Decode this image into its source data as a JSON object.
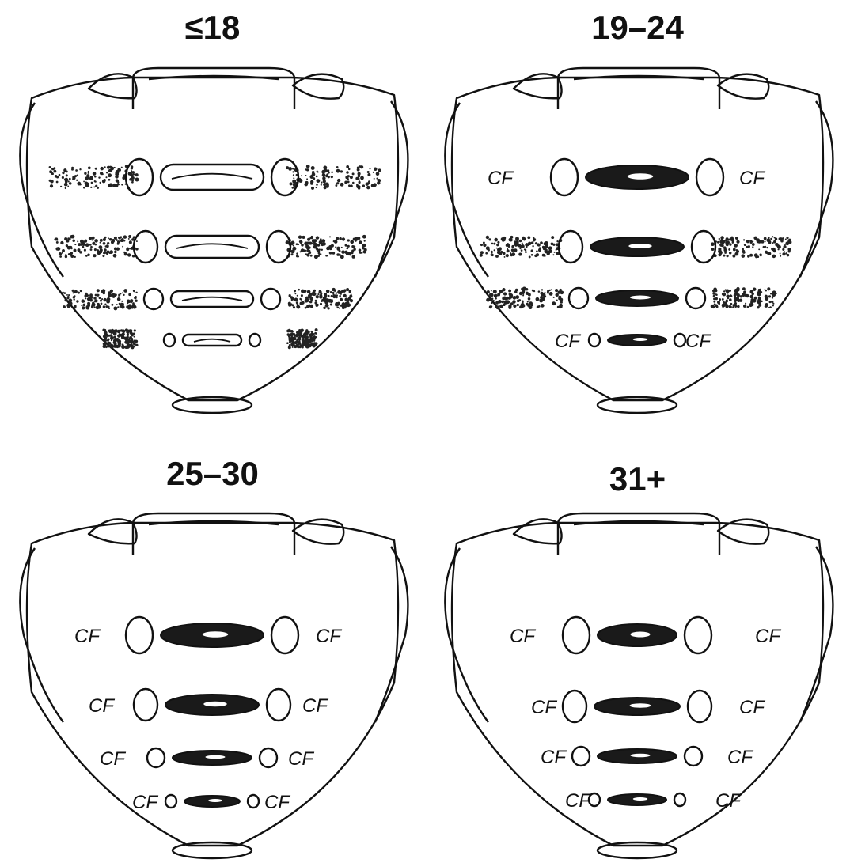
{
  "panels": [
    {
      "title": "≤18",
      "vertebrae": [
        {
          "body": "outline",
          "label_left": "",
          "label_right": "",
          "stipple": true
        },
        {
          "body": "outline",
          "label_left": "",
          "label_right": "",
          "stipple": true
        },
        {
          "body": "outline",
          "label_left": "",
          "label_right": "",
          "stipple": true
        },
        {
          "body": "outline",
          "label_left": "",
          "label_right": "",
          "stipple": true
        }
      ]
    },
    {
      "title": "19–24",
      "vertebrae": [
        {
          "body": "filled",
          "label_left": "CF",
          "label_right": "CF",
          "stipple": false
        },
        {
          "body": "filled",
          "label_left": "",
          "label_right": "",
          "stipple": true
        },
        {
          "body": "filled",
          "label_left": "",
          "label_right": "",
          "stipple": true
        },
        {
          "body": "filled",
          "label_left": "CF",
          "label_right": "CF",
          "stipple": false
        }
      ]
    },
    {
      "title": "25–30",
      "vertebrae": [
        {
          "body": "filled",
          "label_left": "CF",
          "label_right": "CF",
          "stipple": false
        },
        {
          "body": "filled",
          "label_left": "CF",
          "label_right": "CF",
          "stipple": false
        },
        {
          "body": "filled",
          "label_left": "CF",
          "label_right": "CF",
          "stipple": false
        },
        {
          "body": "filled",
          "label_left": "CF",
          "label_right": "CF",
          "stipple": false
        }
      ]
    },
    {
      "title": "31+",
      "vertebrae": [
        {
          "body": "filled",
          "label_left": "CF",
          "label_right": "CF",
          "stipple": false
        },
        {
          "body": "filled",
          "label_left": "CF",
          "label_right": "CF",
          "stipple": false
        },
        {
          "body": "filled",
          "label_left": "CF",
          "label_right": "CF",
          "stipple": false
        },
        {
          "body": "filled",
          "label_left": "CF",
          "label_right": "CF",
          "stipple": false
        }
      ]
    }
  ]
}
